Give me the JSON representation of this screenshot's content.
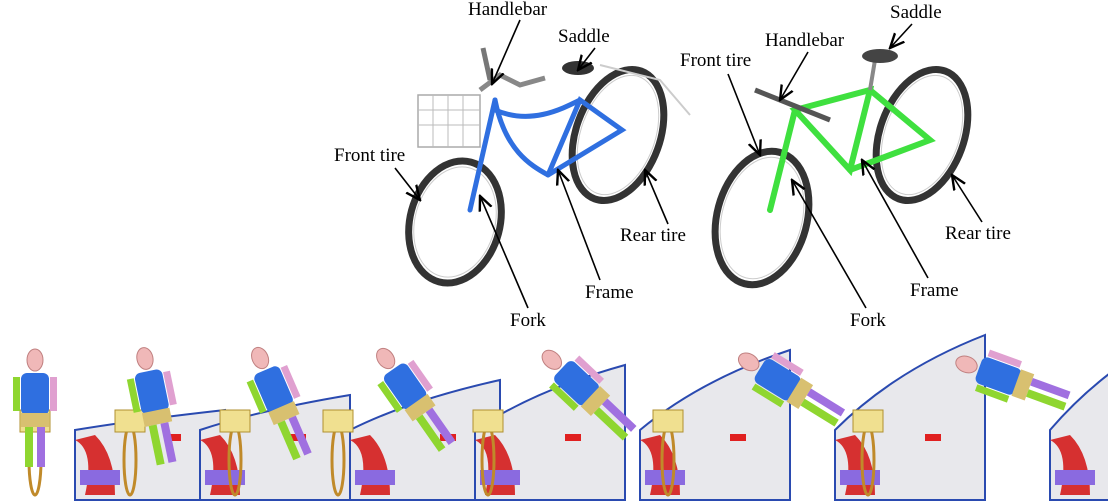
{
  "colors": {
    "left_frame": "#2f6fe0",
    "right_frame": "#3fe03f",
    "tire": "#333333"
  },
  "left_bike": {
    "handlebar": "Handlebar",
    "saddle": "Saddle",
    "front_tire": "Front tire",
    "rear_tire": "Rear tire",
    "frame": "Frame",
    "fork": "Fork"
  },
  "right_bike": {
    "handlebar": "Handlebar",
    "saddle": "Saddle",
    "front_tire": "Front tire",
    "rear_tire": "Rear tire",
    "frame": "Frame",
    "fork": "Fork"
  },
  "sequence_frame_count": 7
}
